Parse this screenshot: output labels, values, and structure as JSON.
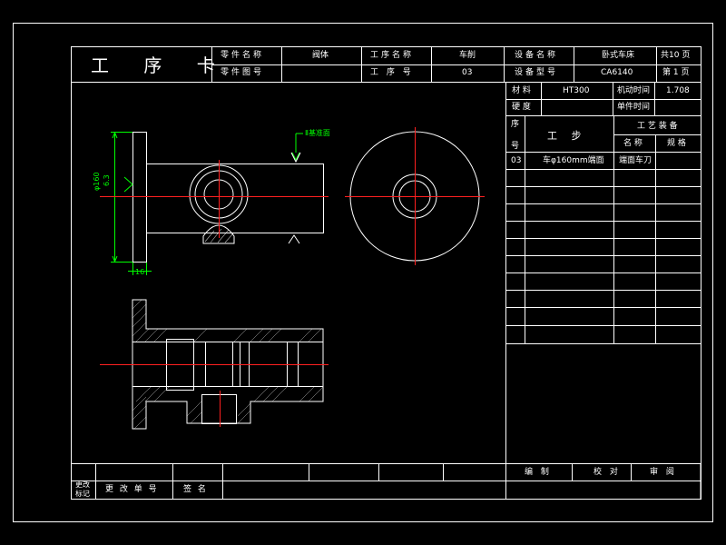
{
  "header": {
    "title": "工 序 卡",
    "part_name_label": "零件名称",
    "part_name": "阀体",
    "part_drawing_label": "零件图号",
    "process_name_label": "工序名称",
    "process_name": "车削",
    "process_no_label": "工 序 号",
    "process_no": "03",
    "equip_name_label": "设备名称",
    "equip_name": "卧式车床",
    "equip_model_label": "设备型号",
    "equip_model": "CA6140",
    "total_pages": "共10 页",
    "page_no": "第 1 页"
  },
  "info": {
    "material_label": "材 料",
    "material": "HT300",
    "machine_time_label": "机动时间",
    "machine_time": "1.708",
    "hardness_label": "硬 度",
    "unit_time_label": "单件时间"
  },
  "steps_table": {
    "seq_label_top": "序",
    "seq_label_bottom": "号",
    "step_label": "工 步",
    "equipment_label": "工 艺 装 备",
    "name_label": "名 称",
    "spec_label": "规 格",
    "rows": [
      {
        "seq": "03",
        "step": "车φ160mm端面",
        "tool_name": "端面车刀",
        "spec": ""
      }
    ]
  },
  "drawing": {
    "dim_diameter": "φ160",
    "dim_roughness": "6.3",
    "dim_width": "16",
    "datum_note": "Ⅱ基准面"
  },
  "footer": {
    "change_mark_top": "更改",
    "change_mark_bottom": "标记",
    "change_doc": "更 改 单 号",
    "signature": "签 名",
    "compile": "编 制",
    "proofread": "校 对",
    "review": "审 阅"
  }
}
